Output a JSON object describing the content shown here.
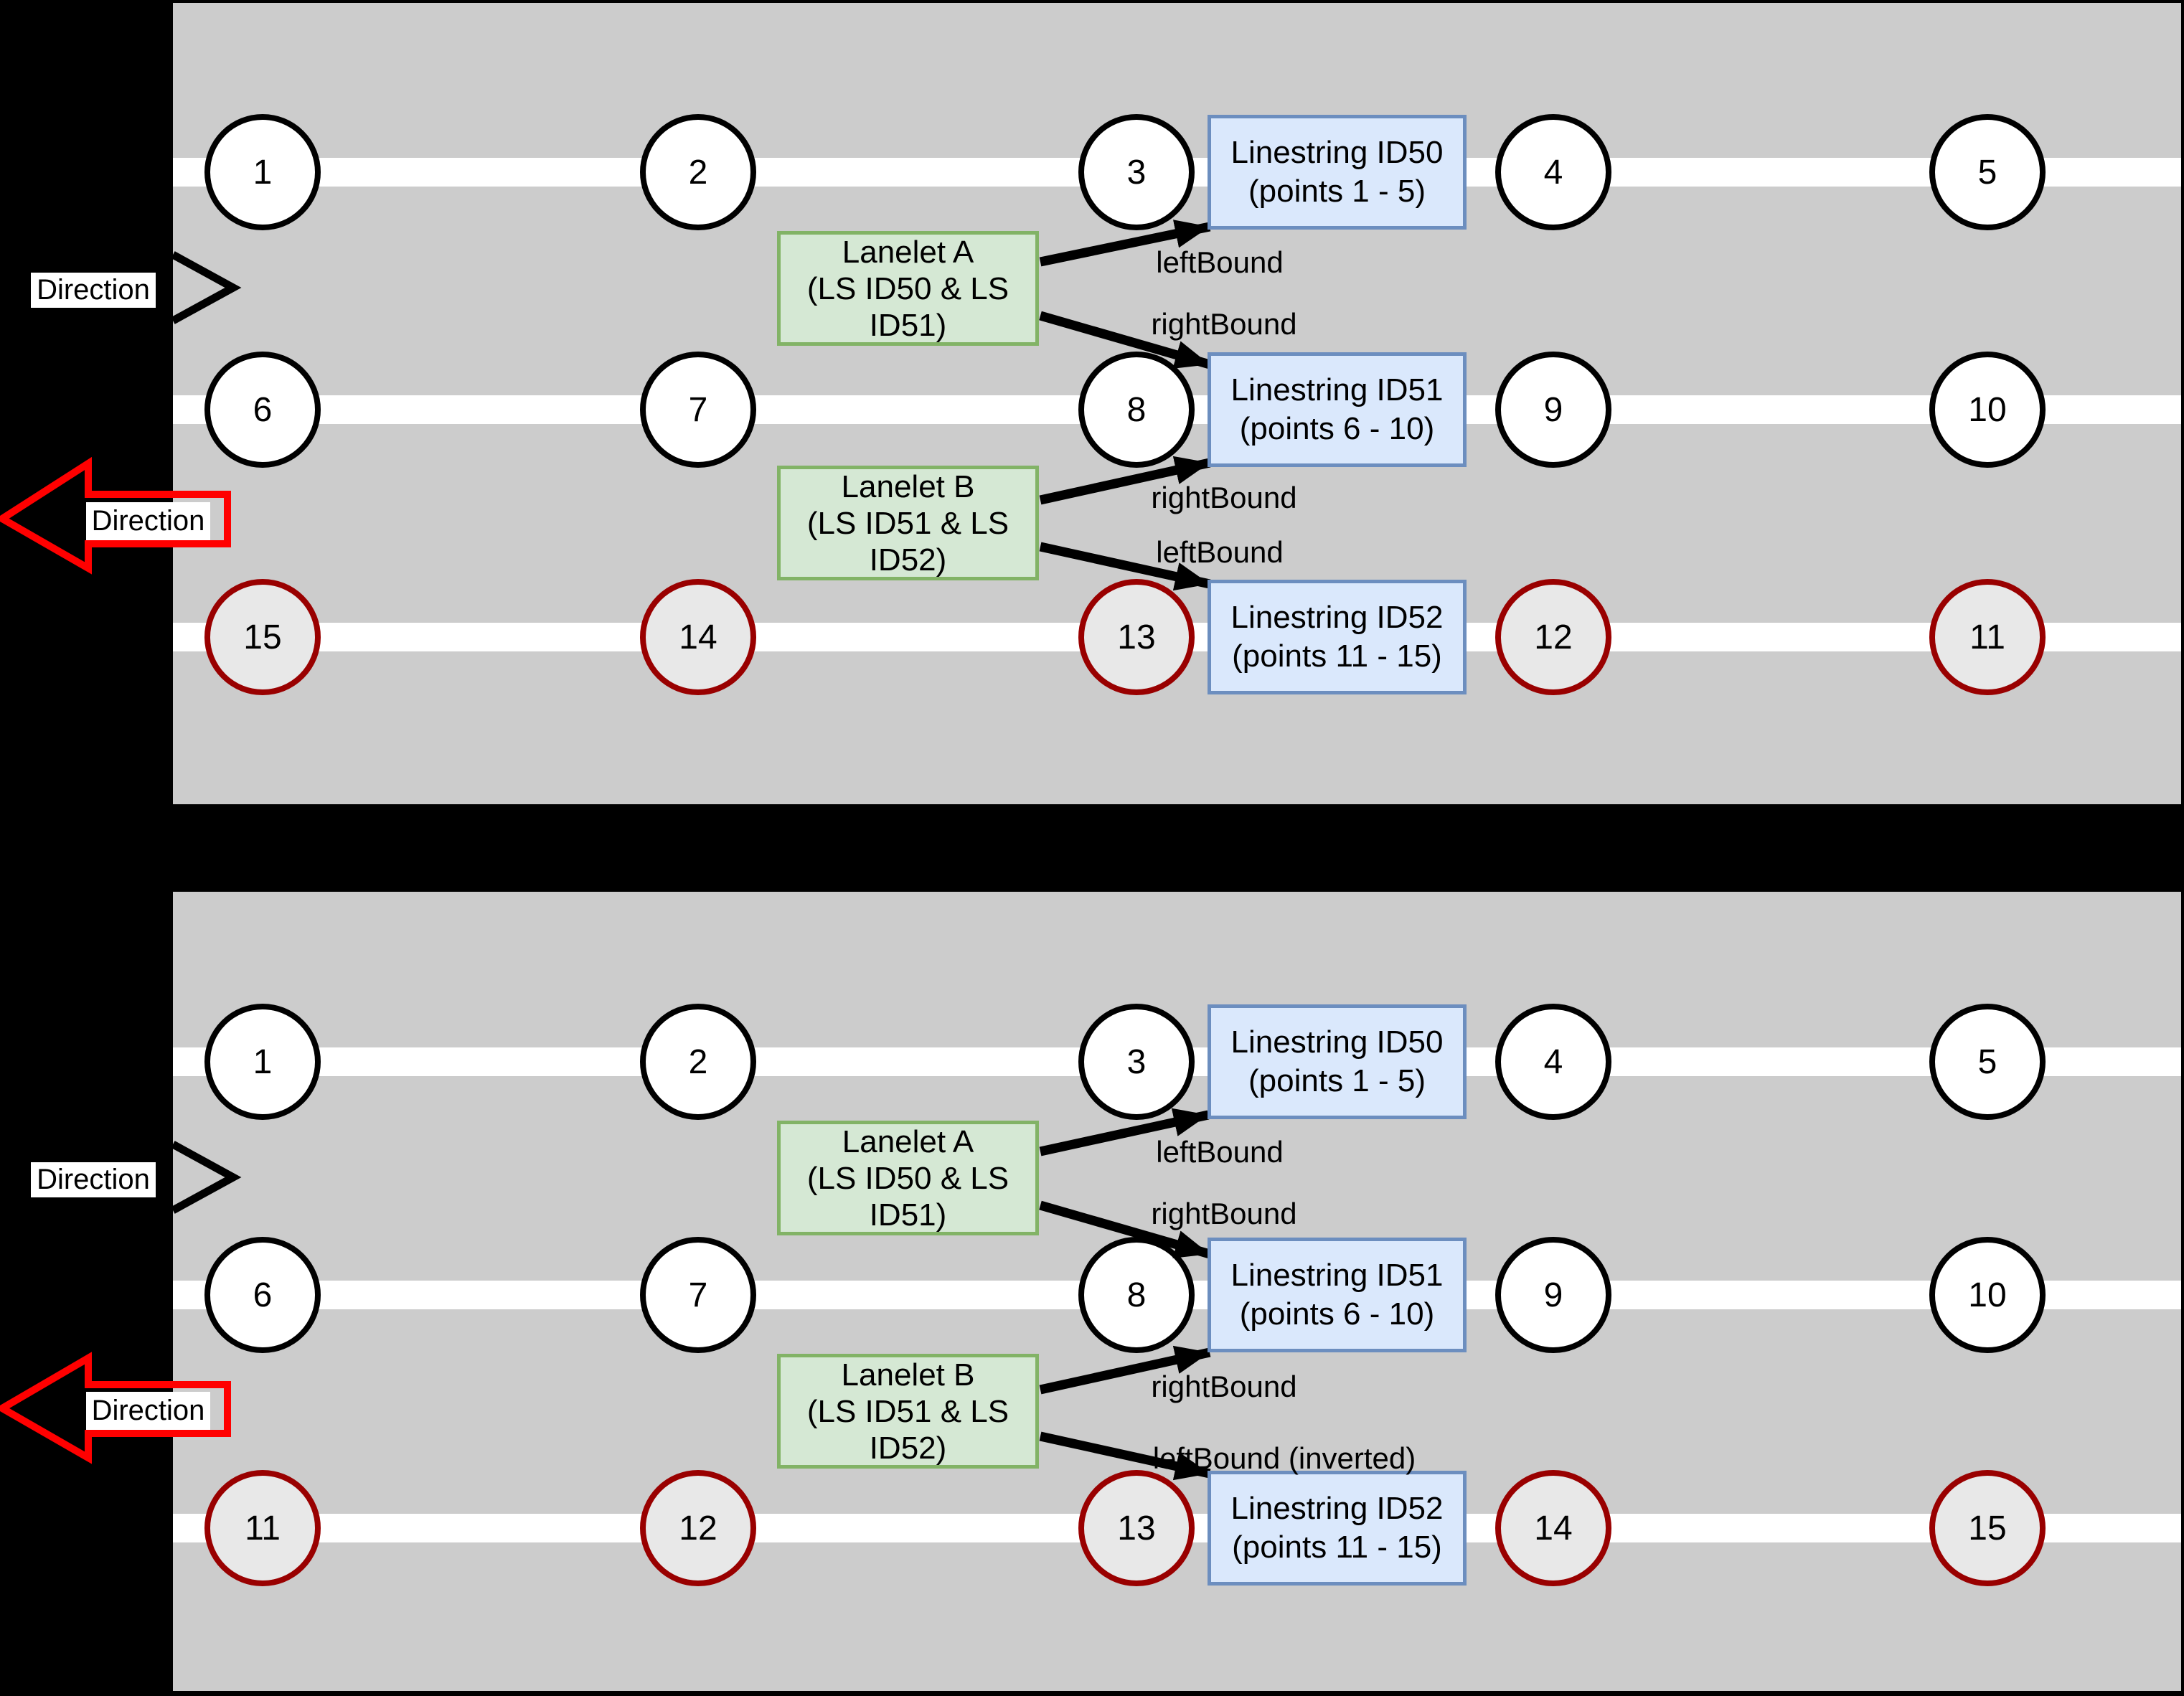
{
  "colors": {
    "background": "#000000",
    "road": "#cccccc",
    "lane_line": "#ffffff",
    "lanelet_fill": "#d5e8d4",
    "lanelet_border": "#82b366",
    "linestring_fill": "#dae8fc",
    "linestring_border": "#6c8ebf",
    "point_fill": "#ffffff",
    "point_border": "#000000",
    "inverted_point_fill": "#e8e8e8",
    "inverted_point_border": "#990000",
    "direction_arrow_red": "#ff0000",
    "connector_black": "#000000"
  },
  "panels": [
    {
      "name": "top",
      "forward_direction_label": "Direction",
      "reverse_direction_label": "Direction",
      "rows": [
        {
          "points": [
            "1",
            "2",
            "3",
            "4",
            "5"
          ]
        },
        {
          "points": [
            "6",
            "7",
            "8",
            "9",
            "10"
          ]
        },
        {
          "points": [
            "15",
            "14",
            "13",
            "12",
            "11"
          ],
          "inverted": true
        }
      ],
      "lanelets": [
        {
          "lines": [
            "Lanelet A",
            "(LS ID50 & LS",
            "ID51)"
          ]
        },
        {
          "lines": [
            "Lanelet B",
            "(LS ID51 & LS",
            "ID52)"
          ]
        }
      ],
      "linestrings": [
        {
          "lines": [
            "Linestring ID50",
            "(points 1 - 5)"
          ]
        },
        {
          "lines": [
            "Linestring ID51",
            "(points 6 - 10)"
          ]
        },
        {
          "lines": [
            "Linestring ID52",
            "(points 11 - 15)"
          ]
        }
      ],
      "bound_labels": [
        "leftBound",
        "rightBound",
        "rightBound",
        "leftBound"
      ]
    },
    {
      "name": "bottom",
      "forward_direction_label": "Direction",
      "reverse_direction_label": "Direction",
      "rows": [
        {
          "points": [
            "1",
            "2",
            "3",
            "4",
            "5"
          ]
        },
        {
          "points": [
            "6",
            "7",
            "8",
            "9",
            "10"
          ]
        },
        {
          "points": [
            "11",
            "12",
            "13",
            "14",
            "15"
          ],
          "inverted": true
        }
      ],
      "lanelets": [
        {
          "lines": [
            "Lanelet A",
            "(LS ID50 & LS",
            "ID51)"
          ]
        },
        {
          "lines": [
            "Lanelet B",
            "(LS ID51 & LS",
            "ID52)"
          ]
        }
      ],
      "linestrings": [
        {
          "lines": [
            "Linestring ID50",
            "(points 1 - 5)"
          ]
        },
        {
          "lines": [
            "Linestring ID51",
            "(points 6 - 10)"
          ]
        },
        {
          "lines": [
            "Linestring ID52",
            "(points 11 - 15)"
          ]
        }
      ],
      "bound_labels": [
        "leftBound",
        "rightBound",
        "rightBound",
        "leftBound (inverted)"
      ]
    }
  ]
}
